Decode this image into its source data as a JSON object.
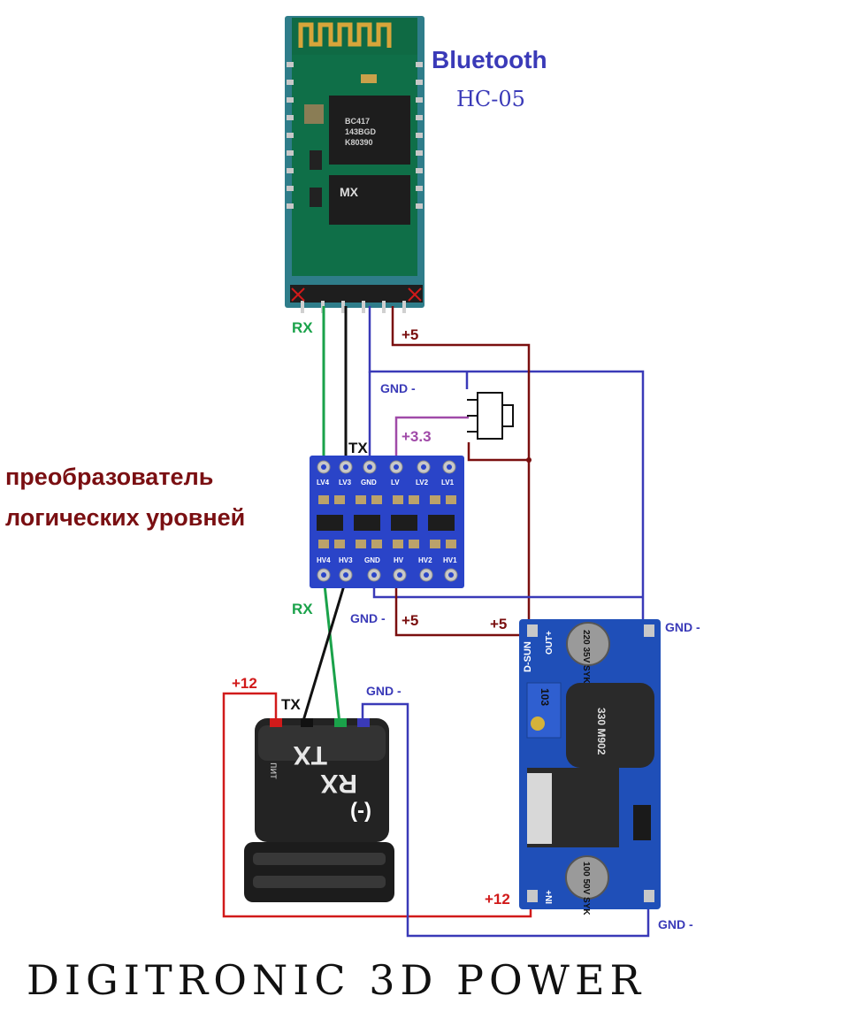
{
  "bluetooth": {
    "title": "Bluetooth",
    "model": "HC-05",
    "chip_text": [
      "BC417",
      "143BGD",
      "K80390"
    ],
    "flash_text": "MX"
  },
  "converter": {
    "caption_line1": "преобразователь",
    "caption_line2": "логических уровней",
    "top_pins": [
      "LV4",
      "LV3",
      "GND",
      "LV",
      "LV2",
      "LV1"
    ],
    "bottom_pins": [
      "HV4",
      "HV3",
      "GND",
      "HV",
      "HV2",
      "HV1"
    ]
  },
  "wires": {
    "rx_top": "RX",
    "tx_top": "TX",
    "plus5_top": "+5",
    "gnd_top": "GND -",
    "plus33": "+3.3",
    "rx_mid": "RX",
    "gnd_mid": "GND -",
    "plus5_mid": "+5",
    "plus5_conv": "+5",
    "gnd_conv_out": "GND -",
    "plus12_top": "+12",
    "tx_conn": "TX",
    "gnd_conn": "GND -",
    "plus12_bottom": "+12",
    "gnd_bottom": "GND -"
  },
  "connector": {
    "tx": "TX",
    "rx": "RX",
    "minus": "(-)",
    "side_text": "пит"
  },
  "dcdc": {
    "brand": "D-SUN",
    "out_plus": "OUT+",
    "in_plus": "IN+",
    "cap1": "220 35V SYK",
    "cap2": "100 50V SYK",
    "inductor": "330 M902",
    "trimmer": "103"
  },
  "footer": {
    "title": "DIGITRONIC 3D POWER"
  },
  "colors": {
    "rx_wire": "#1aa24a",
    "tx_wire": "#111111",
    "gnd_wire": "#3a3ab8",
    "plus5_wire": "#7a0f0f",
    "plus33_wire": "#a04aa8",
    "plus12_wire": "#d11a1a",
    "caption": "#7a0f12",
    "bluetooth_label": "#3a3ab8"
  }
}
